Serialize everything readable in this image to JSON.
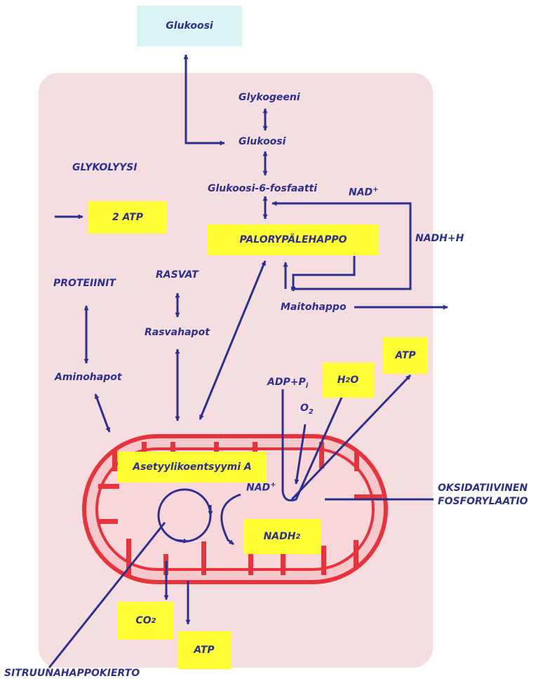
{
  "colors": {
    "text": "#2b2f8f",
    "arrow": "#2b2f8f",
    "cell_background": "#f6dde0",
    "highlight": "#ffff33",
    "glucose_box": "#d9f4f4",
    "mitochondria": "#e8333c"
  },
  "labels": {
    "glukoosi_outside": "Glukoosi",
    "glykogeeni": "Glykogeeni",
    "glukoosi_inside": "Glukoosi",
    "glukoosi_6_fosfaatti": "Glukoosi-6-fosfaatti",
    "glykolyysi": "GLYKOLYYSI",
    "atp_glycolysis": "2 ATP",
    "nad_plus_top": {
      "base": "NAD",
      "sup": "+"
    },
    "nadh_h": "NADH+H",
    "palorypalehappo": "PALORYPÄLEHAPPO",
    "proteiinit": "PROTEIINIT",
    "rasvat": "RASVAT",
    "rasvahapot": "Rasvahapot",
    "maitohappo": "Maitohappo",
    "aminohapot": "Aminohapot",
    "adp_pi": {
      "base": "ADP+P",
      "sub": "i"
    },
    "h2o": {
      "a": "H",
      "sub": "2",
      "b": "O"
    },
    "atp_oxidative": "ATP",
    "o2": {
      "base": "O",
      "sub": "2"
    },
    "asetyylikoentsyymi_a": "Asetyylikoentsyymi A",
    "nad_plus_mito": {
      "base": "NAD",
      "sup": "+"
    },
    "nadh2": {
      "base": "NADH",
      "sub": "2"
    },
    "oksidatiivinen_1": "OKSIDATIIVINEN",
    "oksidatiivinen_2": "FOSFORYLAATIO",
    "co2": {
      "base": "CO",
      "sub": "2"
    },
    "atp_citric": "ATP",
    "sitruunahappokierto": "SITRUUNAHAPPOKIERTO"
  }
}
